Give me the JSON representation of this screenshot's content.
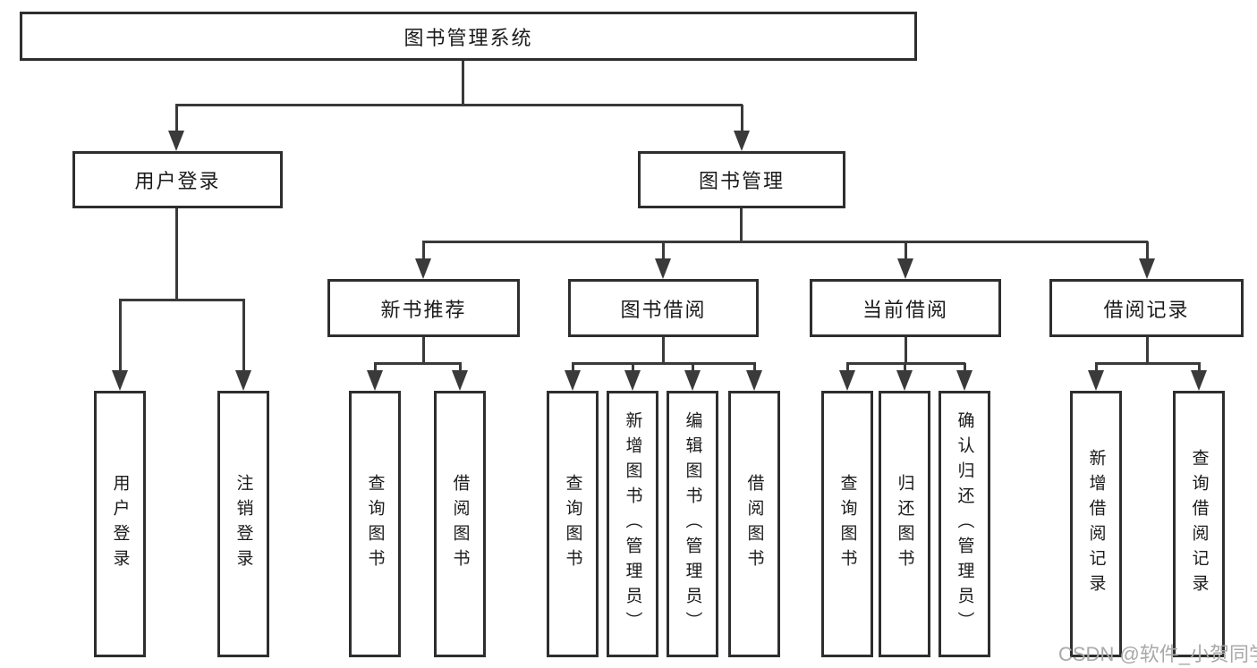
{
  "diagram": {
    "type": "hierarchy-tree",
    "colors": {
      "background": "#ffffff",
      "box_border": "#2e2e2e",
      "box_fill": "#ffffff",
      "line": "#3a3a3a",
      "text": "#1b1b1b",
      "watermark": "#a9a9a9"
    }
  },
  "tree": {
    "label": "图书管理系统",
    "children": [
      {
        "label": "用户登录",
        "children": [
          {
            "label": "用户登录"
          },
          {
            "label": "注销登录"
          }
        ]
      },
      {
        "label": "图书管理",
        "children": [
          {
            "label": "新书推荐",
            "children": [
              {
                "label": "查询图书"
              },
              {
                "label": "借阅图书"
              }
            ]
          },
          {
            "label": "图书借阅",
            "children": [
              {
                "label": "查询图书"
              },
              {
                "label": "新增图书（管理员）"
              },
              {
                "label": "编辑图书（管理员）"
              },
              {
                "label": "借阅图书"
              }
            ]
          },
          {
            "label": "当前借阅",
            "children": [
              {
                "label": "查询图书"
              },
              {
                "label": "归还图书"
              },
              {
                "label": "确认归还（管理员）"
              }
            ]
          },
          {
            "label": "借阅记录",
            "children": [
              {
                "label": "新增借阅记录"
              },
              {
                "label": "查询借阅记录"
              }
            ]
          }
        ]
      }
    ]
  },
  "watermark": {
    "text": "CSDN @软件_小贺同学"
  }
}
